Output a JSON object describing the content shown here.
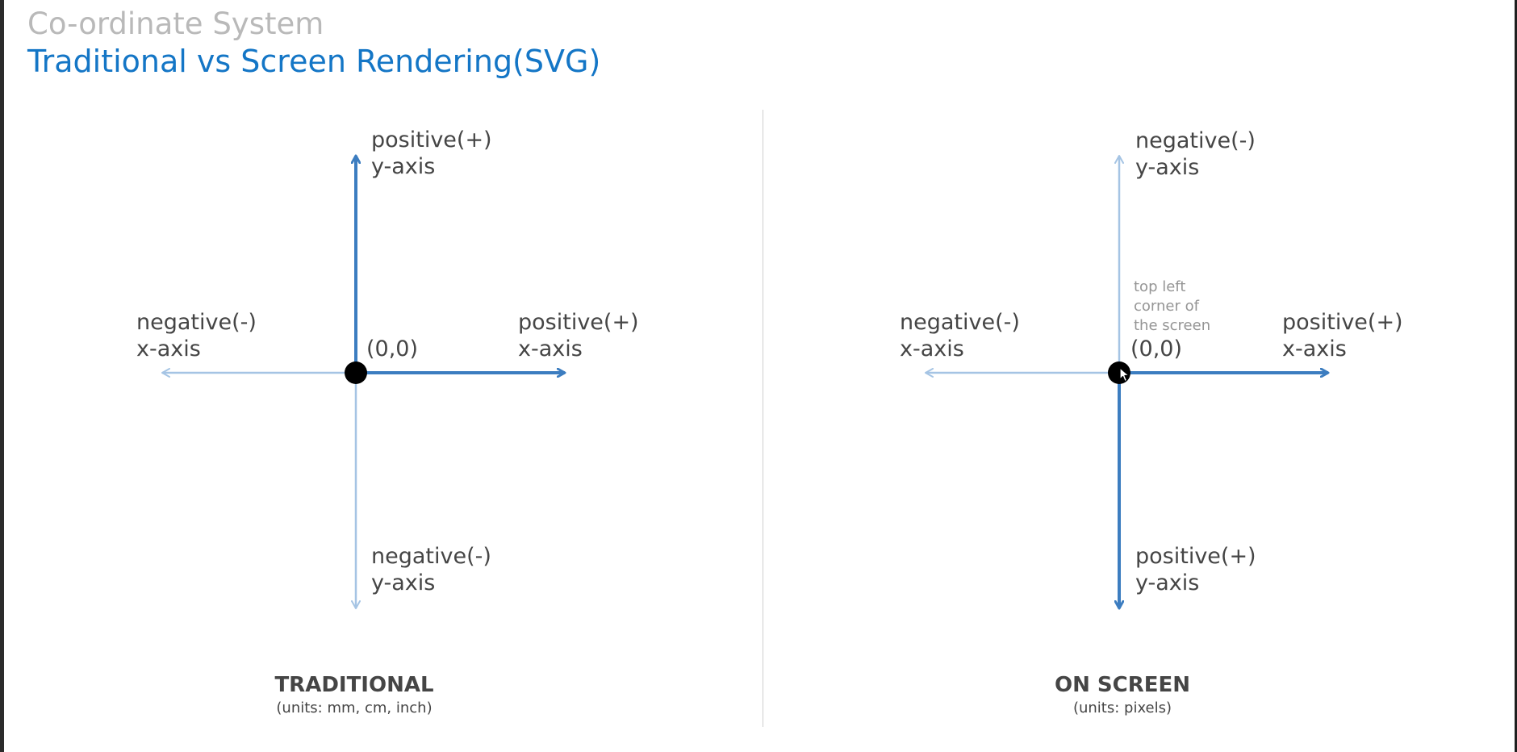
{
  "header": {
    "heading": "Co-ordinate System",
    "subheading": "Traditional vs Screen Rendering(SVG)"
  },
  "colors": {
    "accent": "#1476c6",
    "axis_dark": "#3c7dc0",
    "axis_light": "#a5c4e4",
    "origin": "#000000"
  },
  "traditional": {
    "y_top_line1": "positive(+)",
    "y_top_line2": "y-axis",
    "x_left_line1": "negative(-)",
    "x_left_line2": "x-axis",
    "origin": "(0,0)",
    "x_right_line1": "positive(+)",
    "x_right_line2": "x-axis",
    "y_bottom_line1": "negative(-)",
    "y_bottom_line2": "y-axis",
    "title": "TRADITIONAL",
    "subtitle": "(units: mm, cm, inch)"
  },
  "screen": {
    "y_top_line1": "negative(-)",
    "y_top_line2": "y-axis",
    "note_line1": "top left",
    "note_line2": "corner of",
    "note_line3": "the screen",
    "x_left_line1": "negative(-)",
    "x_left_line2": "x-axis",
    "origin": "(0,0)",
    "x_right_line1": "positive(+)",
    "x_right_line2": "x-axis",
    "y_bottom_line1": "positive(+)",
    "y_bottom_line2": "y-axis",
    "title": "ON SCREEN",
    "subtitle": "(units: pixels)"
  }
}
